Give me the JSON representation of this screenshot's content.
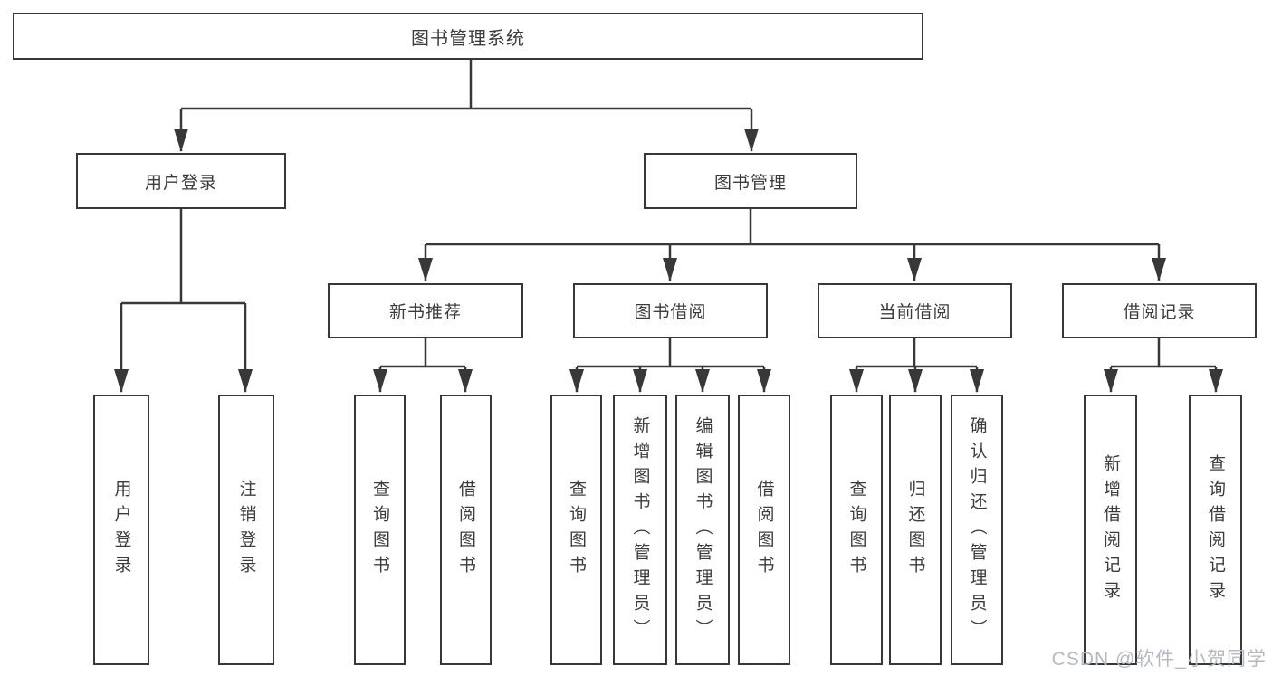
{
  "diagram": {
    "type": "hierarchy-tree",
    "title": "图书管理系统",
    "structure": {
      "图书管理系统": [
        "用户登录",
        "图书管理"
      ],
      "用户登录": [
        "用户登录",
        "注销登录"
      ],
      "图书管理": [
        "新书推荐",
        "图书借阅",
        "当前借阅",
        "借阅记录"
      ],
      "新书推荐": [
        "查询图书",
        "借阅图书"
      ],
      "图书借阅": [
        "查询图书",
        "新增图书（管理员）",
        "编辑图书（管理员）",
        "借阅图书"
      ],
      "当前借阅": [
        "查询图书",
        "归还图书",
        "确认归还（管理员）"
      ],
      "借阅记录": [
        "新增借阅记录",
        "查询借阅记录"
      ]
    }
  },
  "nodes": {
    "root": {
      "label": "图书管理系统"
    },
    "user_login": {
      "label": "用户登录"
    },
    "book_mgmt": {
      "label": "图书管理"
    },
    "new_book_rec": {
      "label": "新书推荐"
    },
    "book_borrow": {
      "label": "图书借阅"
    },
    "current_borrow": {
      "label": "当前借阅"
    },
    "borrow_records": {
      "label": "借阅记录"
    },
    "leaf_user_login": {
      "label": "用户登录"
    },
    "leaf_logout": {
      "label": "注销登录"
    },
    "leaf_query_books_rec": {
      "label": "查询图书"
    },
    "leaf_borrow_books_rec": {
      "label": "借阅图书"
    },
    "leaf_query_books_bor": {
      "label": "查询图书"
    },
    "leaf_add_books": {
      "label": "新增图书（管理员）"
    },
    "leaf_edit_books": {
      "label": "编辑图书（管理员）"
    },
    "leaf_borrow_books": {
      "label": "借阅图书"
    },
    "leaf_query_books_cur": {
      "label": "查询图书"
    },
    "leaf_return_books": {
      "label": "归还图书"
    },
    "leaf_confirm_return": {
      "label": "确认归还（管理员）"
    },
    "leaf_add_record": {
      "label": "新增借阅记录"
    },
    "leaf_query_record": {
      "label": "查询借阅记录"
    }
  },
  "watermark": "CSDN @软件_小贺同学",
  "colors": {
    "line": "#383838",
    "box_border": "#383838",
    "text": "#3c3c3c",
    "background": "#ffffff",
    "watermark": "#b5b9c1"
  }
}
